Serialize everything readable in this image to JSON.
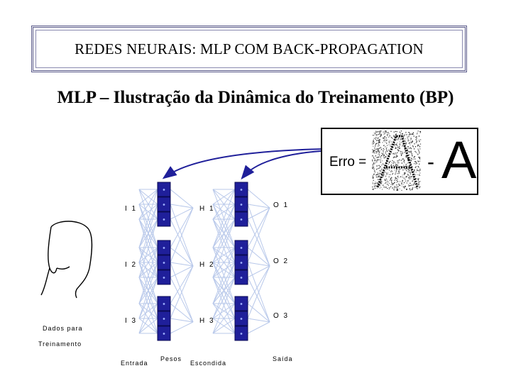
{
  "header": {
    "title": "REDES NEURAIS: MLP COM BACK-PROPAGATION"
  },
  "subtitle": "MLP – Ilustração da Dinâmica do Treinamento (BP)",
  "error_box": {
    "label": "Erro =",
    "minus": "-",
    "target": "A"
  },
  "input_caption": [
    "Dados para",
    "Treinamento"
  ],
  "nodes": {
    "input": [
      "I 1",
      "I 2",
      "I 3"
    ],
    "hidden": [
      "H 1",
      "H 2",
      "H 3"
    ],
    "output": [
      "O 1",
      "O 2",
      "O 3"
    ]
  },
  "layer_labels": {
    "input": "Entrada",
    "weights": "Pesos",
    "hidden": "Escondida",
    "output": "Saída"
  },
  "colors": {
    "weight_block": "#1f1f9a",
    "arrow": "#1f1f9a",
    "connection": "#b8c8ea"
  }
}
